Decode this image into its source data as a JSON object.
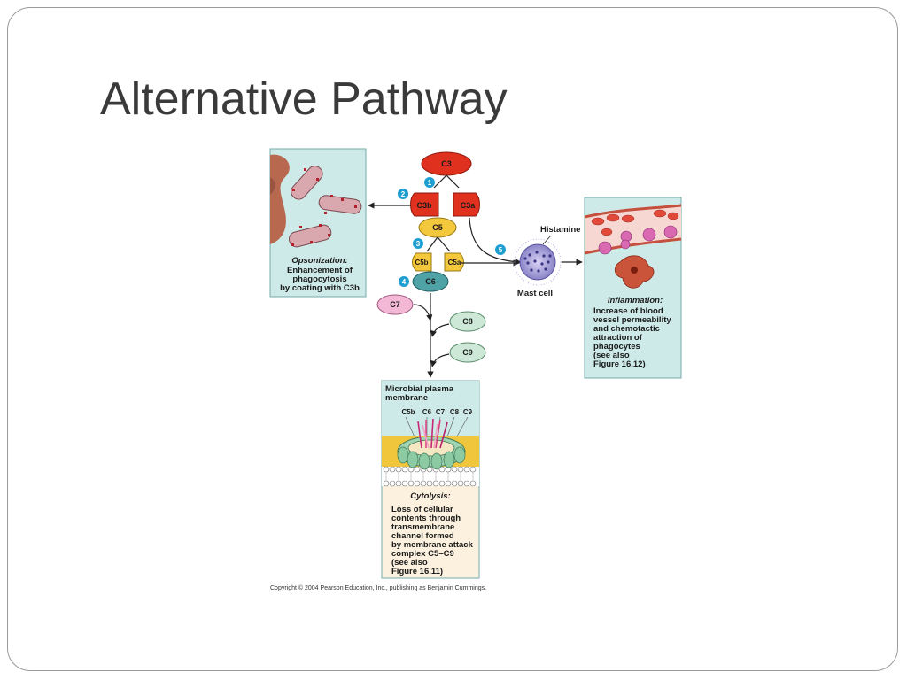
{
  "slide": {
    "title": "Alternative Pathway"
  },
  "diagram": {
    "components": {
      "c3": "C3",
      "c3b": "C3b",
      "c3a": "C3a",
      "c5": "C5",
      "c5b": "C5b",
      "c5a": "C5a",
      "c6": "C6",
      "c7": "C7",
      "c8": "C8",
      "c9": "C9"
    },
    "steps": [
      "1",
      "2",
      "3",
      "4",
      "5"
    ],
    "histamine": "Histamine",
    "mast_cell": "Mast cell",
    "opsonization": {
      "heading": "Opsonization:",
      "lines": [
        "Enhancement of",
        "phagocytosis",
        "by coating with C3b"
      ]
    },
    "inflammation": {
      "heading": "Inflammation:",
      "lines": [
        "Increase of blood",
        "vessel permeability",
        "and chemotactic",
        "attraction of",
        "phagocytes",
        "(see also",
        "Figure 16.12)"
      ]
    },
    "membrane": {
      "lines": [
        "Microbial plasma",
        "membrane"
      ],
      "complex_labels": [
        "C5b",
        "C6",
        "C7",
        "C8",
        "C9"
      ]
    },
    "cytolysis": {
      "heading": "Cytolysis:",
      "lines": [
        "Loss of cellular",
        "contents through",
        "transmembrane",
        "channel formed",
        "by membrane attack",
        "complex C5–C9",
        "(see also",
        "Figure 16.11)"
      ]
    },
    "copyright": "Copyright © 2004 Pearson Education, Inc., publishing as Benjamin Cummings."
  },
  "colors": {
    "panel_fill": "#cdeae8",
    "cytolysis_fill": "#fbf1de",
    "c3_red": "#e0301e",
    "c5_yellow": "#f3c83c",
    "c6_teal": "#4fa3a6",
    "c7_pink": "#f3b8d6",
    "c8_c9_green": "#cde8d6",
    "step_blue": "#1f9fd1"
  }
}
